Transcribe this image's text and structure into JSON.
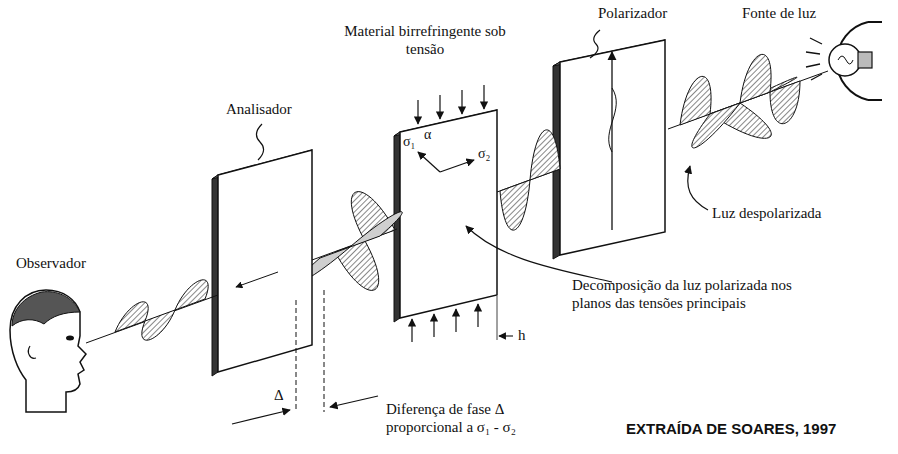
{
  "diagram": {
    "caption": "EXTRAÍDA DE SOARES, 1997",
    "labels": [
      "Fonte de luz",
      "Polarizador",
      "Material birrefringente sob tensão",
      "Analisador",
      "σ₁",
      "α",
      "σ₂",
      "Luz despolarizada",
      "Observador",
      "Decomposição da luz polarizada nos planos das tensões principais",
      "h",
      "Δ",
      "Diferença de fase Δ proporcional a σ₁ - σ₂"
    ]
  }
}
